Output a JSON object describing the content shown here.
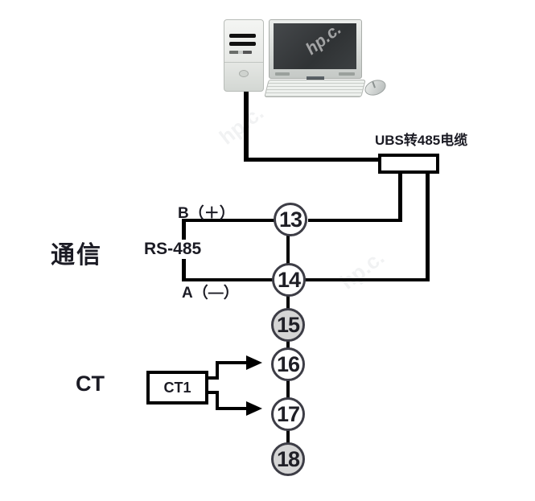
{
  "diagram": {
    "computer": {
      "screen_watermark": "hp.c."
    },
    "cable": {
      "label": "UBS转485电缆"
    },
    "comm": {
      "section_label": "通信",
      "bus_label": "RS-485",
      "line_b_label": "B（＋）",
      "line_a_label": "A（—）"
    },
    "ct": {
      "section_label": "CT",
      "box_label": "CT1"
    },
    "terminals": [
      {
        "id": "13",
        "shaded": false
      },
      {
        "id": "14",
        "shaded": false
      },
      {
        "id": "15",
        "shaded": true
      },
      {
        "id": "16",
        "shaded": false
      },
      {
        "id": "17",
        "shaded": false
      },
      {
        "id": "18",
        "shaded": true
      }
    ],
    "colors": {
      "wire": "#000000",
      "terminal_border": "#3d3d46",
      "terminal_fill": "#ffffff",
      "terminal_fill_shaded": "#d5d5d5",
      "text": "#1b1b24"
    }
  }
}
